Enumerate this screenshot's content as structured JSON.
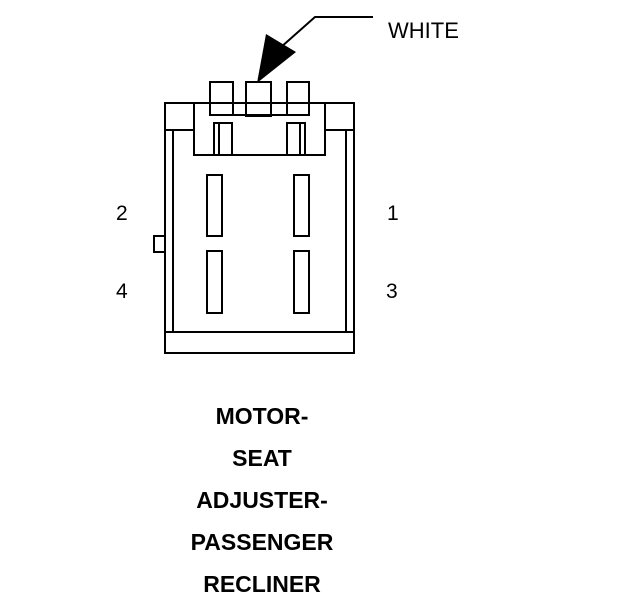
{
  "connector": {
    "color_label": "WHITE",
    "pins": {
      "p1": "1",
      "p2": "2",
      "p3": "3",
      "p4": "4"
    },
    "caption": [
      "MOTOR-",
      "SEAT",
      "ADJUSTER-",
      "PASSENGER",
      "RECLINER"
    ]
  },
  "icons": {
    "pointer": "arrow-icon"
  }
}
